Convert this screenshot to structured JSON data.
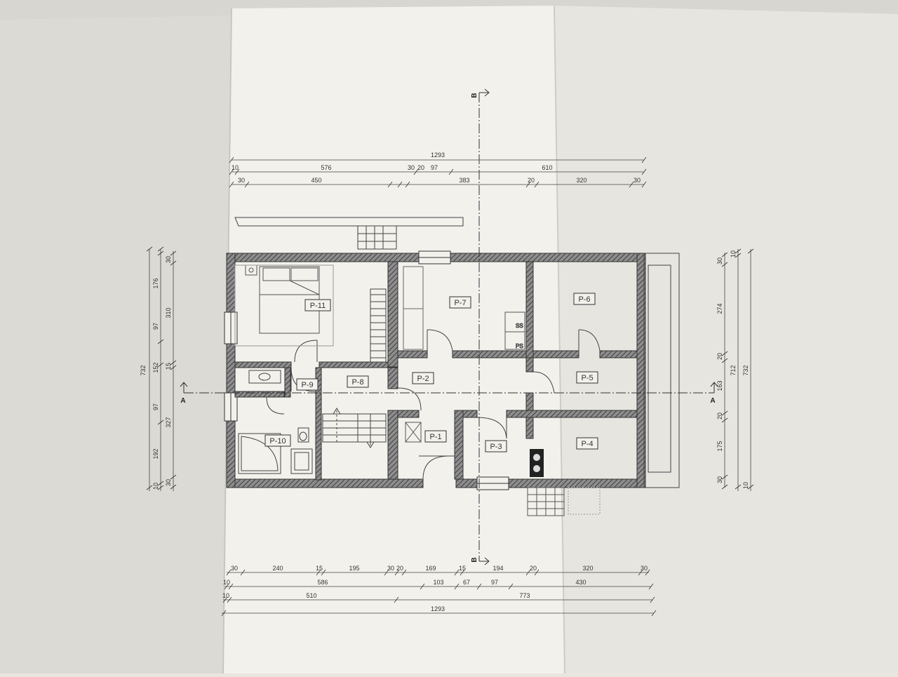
{
  "colors": {
    "paper_left": "#dcdad5",
    "paper_mid": "#f3f1ec",
    "paper_right": "#e7e5df",
    "line": "#3a3a3a",
    "wall": "#555555"
  },
  "rooms": [
    {
      "id": "p1",
      "label": "P-1"
    },
    {
      "id": "p2",
      "label": "P-2"
    },
    {
      "id": "p3",
      "label": "P-3"
    },
    {
      "id": "p4",
      "label": "P-4"
    },
    {
      "id": "p5",
      "label": "P-5"
    },
    {
      "id": "p6",
      "label": "P-6"
    },
    {
      "id": "p7",
      "label": "P-7"
    },
    {
      "id": "p8",
      "label": "P-8"
    },
    {
      "id": "p9",
      "label": "P-9"
    },
    {
      "id": "p10",
      "label": "P-10"
    },
    {
      "id": "p11",
      "label": "P-11"
    }
  ],
  "fixtures": {
    "ss": "SS",
    "ps": "PS"
  },
  "section_marks": {
    "a": "A",
    "b": "B"
  },
  "dimensions": {
    "top": {
      "row1": [
        "1293"
      ],
      "row2": [
        "10",
        "576",
        "30",
        "20",
        "97",
        "610"
      ],
      "row3": [
        "30",
        "450",
        "383",
        "20",
        "320",
        "30"
      ]
    },
    "bottom": {
      "row1": [
        "30",
        "240",
        "15",
        "195",
        "30",
        "20",
        "169",
        "15",
        "194",
        "20",
        "320",
        "30"
      ],
      "row2": [
        "10",
        "586",
        "103",
        "67",
        "97",
        "430"
      ],
      "row3": [
        "10",
        "510",
        "773"
      ],
      "row4": [
        "1293"
      ]
    },
    "left": {
      "outer": [
        "732"
      ],
      "middle": [
        "176",
        "97",
        "152",
        "97",
        "192",
        "10"
      ],
      "inner": [
        "30",
        "310",
        "15",
        "327",
        "30"
      ]
    },
    "right": {
      "inner": [
        "30",
        "274",
        "20",
        "163",
        "20",
        "175",
        "30"
      ],
      "middle": [
        "712",
        "10"
      ],
      "outer": [
        "732",
        "10"
      ]
    }
  }
}
